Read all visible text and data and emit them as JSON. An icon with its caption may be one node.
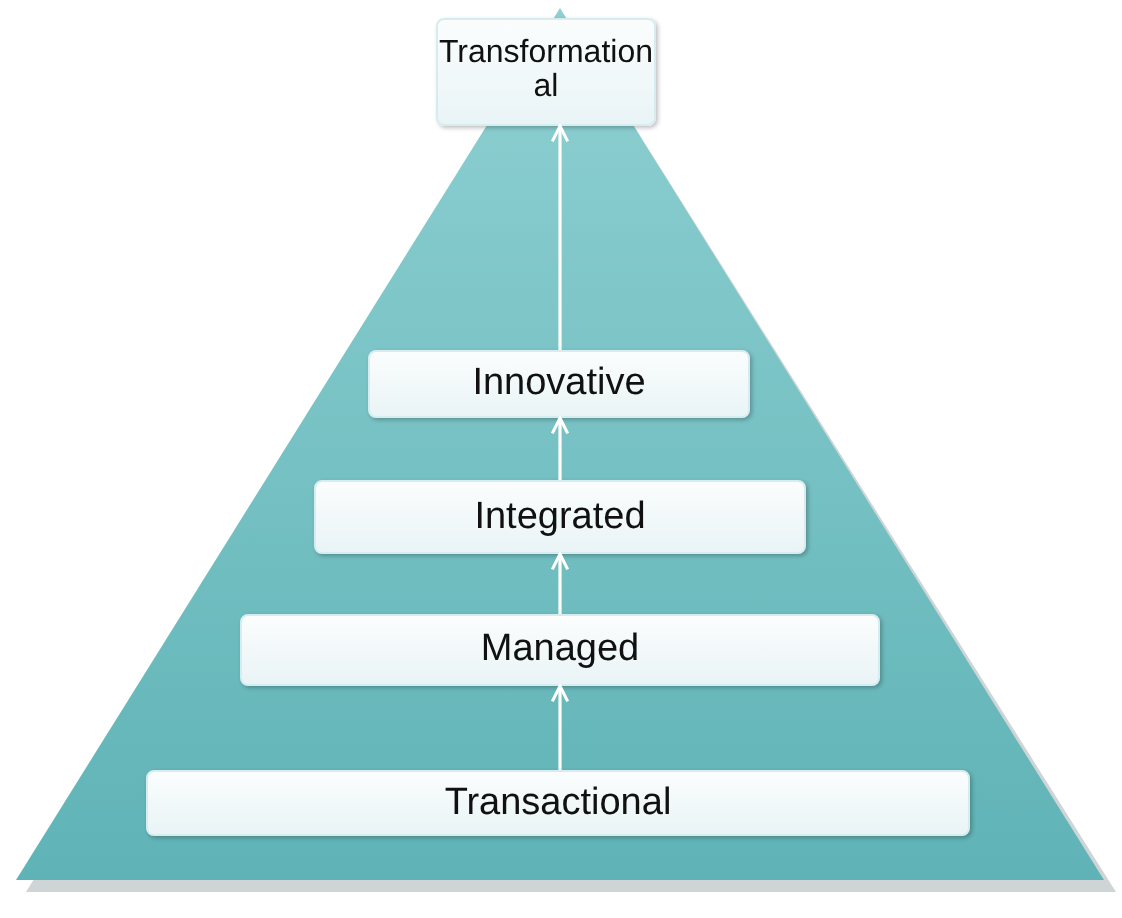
{
  "diagram": {
    "nodes": [
      {
        "text": [
          "Transformational"
        ]
      },
      {
        "text": [
          "Innovative"
        ]
      },
      {
        "text": [
          "Integrated"
        ]
      },
      {
        "text": [
          "Managed"
        ]
      },
      {
        "text": [
          "Transactional"
        ]
      }
    ],
    "edges": [
      {
        "from": 4,
        "to": 3,
        "arrow": "to"
      },
      {
        "from": 3,
        "to": 2,
        "arrow": "to"
      },
      {
        "from": 2,
        "to": 1,
        "arrow": "to"
      },
      {
        "from": 1,
        "to": 0,
        "arrow": "to"
      }
    ]
  }
}
